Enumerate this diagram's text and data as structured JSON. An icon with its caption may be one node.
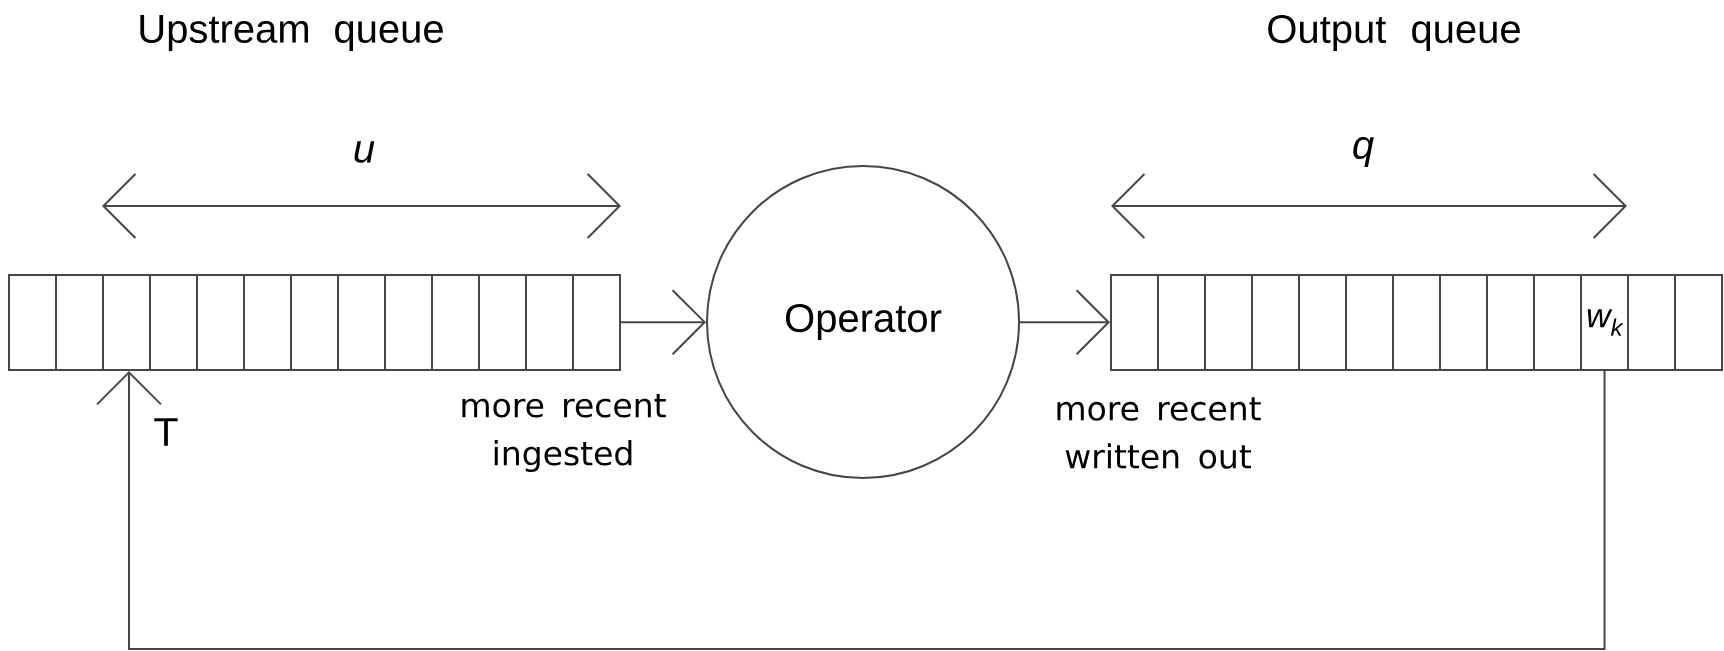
{
  "diagram": {
    "nodes": [
      {
        "text": [],
        "shape": "box"
      },
      {
        "text": [
          "Operator"
        ]
      },
      {
        "text": [],
        "shape": "box"
      },
      {
        "text": [
          "w$_{k}$"
        ],
        "in": 2
      }
    ],
    "edges": [
      {
        "from": 0,
        "to": 1,
        "arrow": "to"
      },
      {
        "from": 1,
        "to": 2,
        "arrow": "to"
      },
      {
        "from": 3,
        "to": 0,
        "arrow": "to"
      }
    ],
    "labels": [
      "Upstream queue",
      "Output queue",
      "u",
      "q",
      "T",
      "more recent ingested",
      "more recent written out"
    ]
  }
}
